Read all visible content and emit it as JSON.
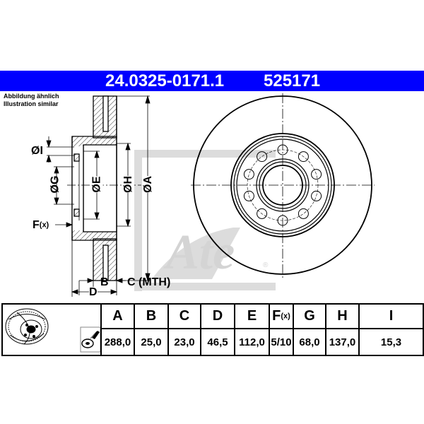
{
  "header": {
    "part_number": "24.0325-0171.1",
    "alt_number": "525171",
    "background_color": "#0000ff",
    "text_color": "#ffffff"
  },
  "caption": {
    "line1": "Abbildung ähnlich",
    "line2": "Illustration similar"
  },
  "side_view_labels": {
    "I": "ØI",
    "G": "ØG",
    "E": "ØE",
    "H": "ØH",
    "A": "ØA",
    "F": "F",
    "F_sub": "(x)",
    "B": "B",
    "C": "C (MTH)",
    "D": "D"
  },
  "watermark": {
    "brand": "Ate",
    "registered": "®",
    "color": "#d9d9d9"
  },
  "front_view": {
    "bolt_holes": 10
  },
  "table": {
    "icons": [
      "brake-disc-image",
      "coating-spray-icon"
    ],
    "columns": [
      {
        "label": "A",
        "value": "288,0"
      },
      {
        "label": "B",
        "value": "25,0"
      },
      {
        "label": "C",
        "value": "23,0"
      },
      {
        "label": "D",
        "value": "46,5"
      },
      {
        "label": "E",
        "value": "112,0"
      },
      {
        "label": "F",
        "sub": "(x)",
        "value": "5/10"
      },
      {
        "label": "G",
        "value": "68,0"
      },
      {
        "label": "H",
        "value": "137,0"
      },
      {
        "label": "I",
        "value": "15,3"
      }
    ]
  }
}
